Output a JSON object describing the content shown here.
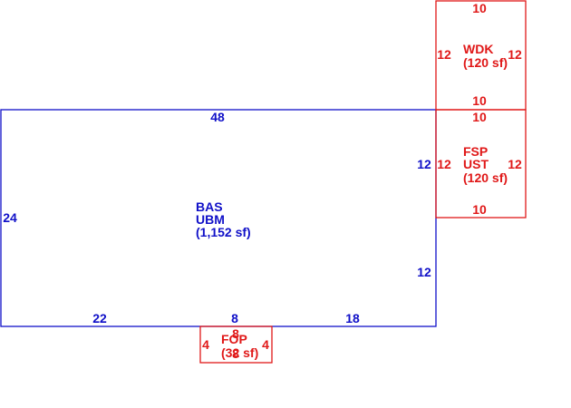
{
  "colors": {
    "main": "#1010c8",
    "addition": "#e01818"
  },
  "areas": {
    "bas": {
      "line1": "BAS",
      "line2": "UBM",
      "area": "(1,152 sf)",
      "dims": {
        "top": "48",
        "left": "24",
        "right_upper": "12",
        "right_lower": "12",
        "bottom_left": "22",
        "bottom_mid": "8",
        "bottom_right": "18"
      }
    },
    "wdk": {
      "line1": "WDK",
      "area": "(120 sf)",
      "dims": {
        "top": "10",
        "bottom": "10",
        "left": "12",
        "right": "12"
      }
    },
    "fsp": {
      "line1": "FSP",
      "line2": "UST",
      "area": "(120 sf)",
      "dims": {
        "top": "10",
        "bottom": "10",
        "left": "12",
        "right": "12"
      }
    },
    "fop": {
      "line1": "FOP",
      "area": "(32 sf)",
      "dims": {
        "top": "8",
        "bottom": "8",
        "left": "4",
        "right": "4"
      }
    }
  }
}
